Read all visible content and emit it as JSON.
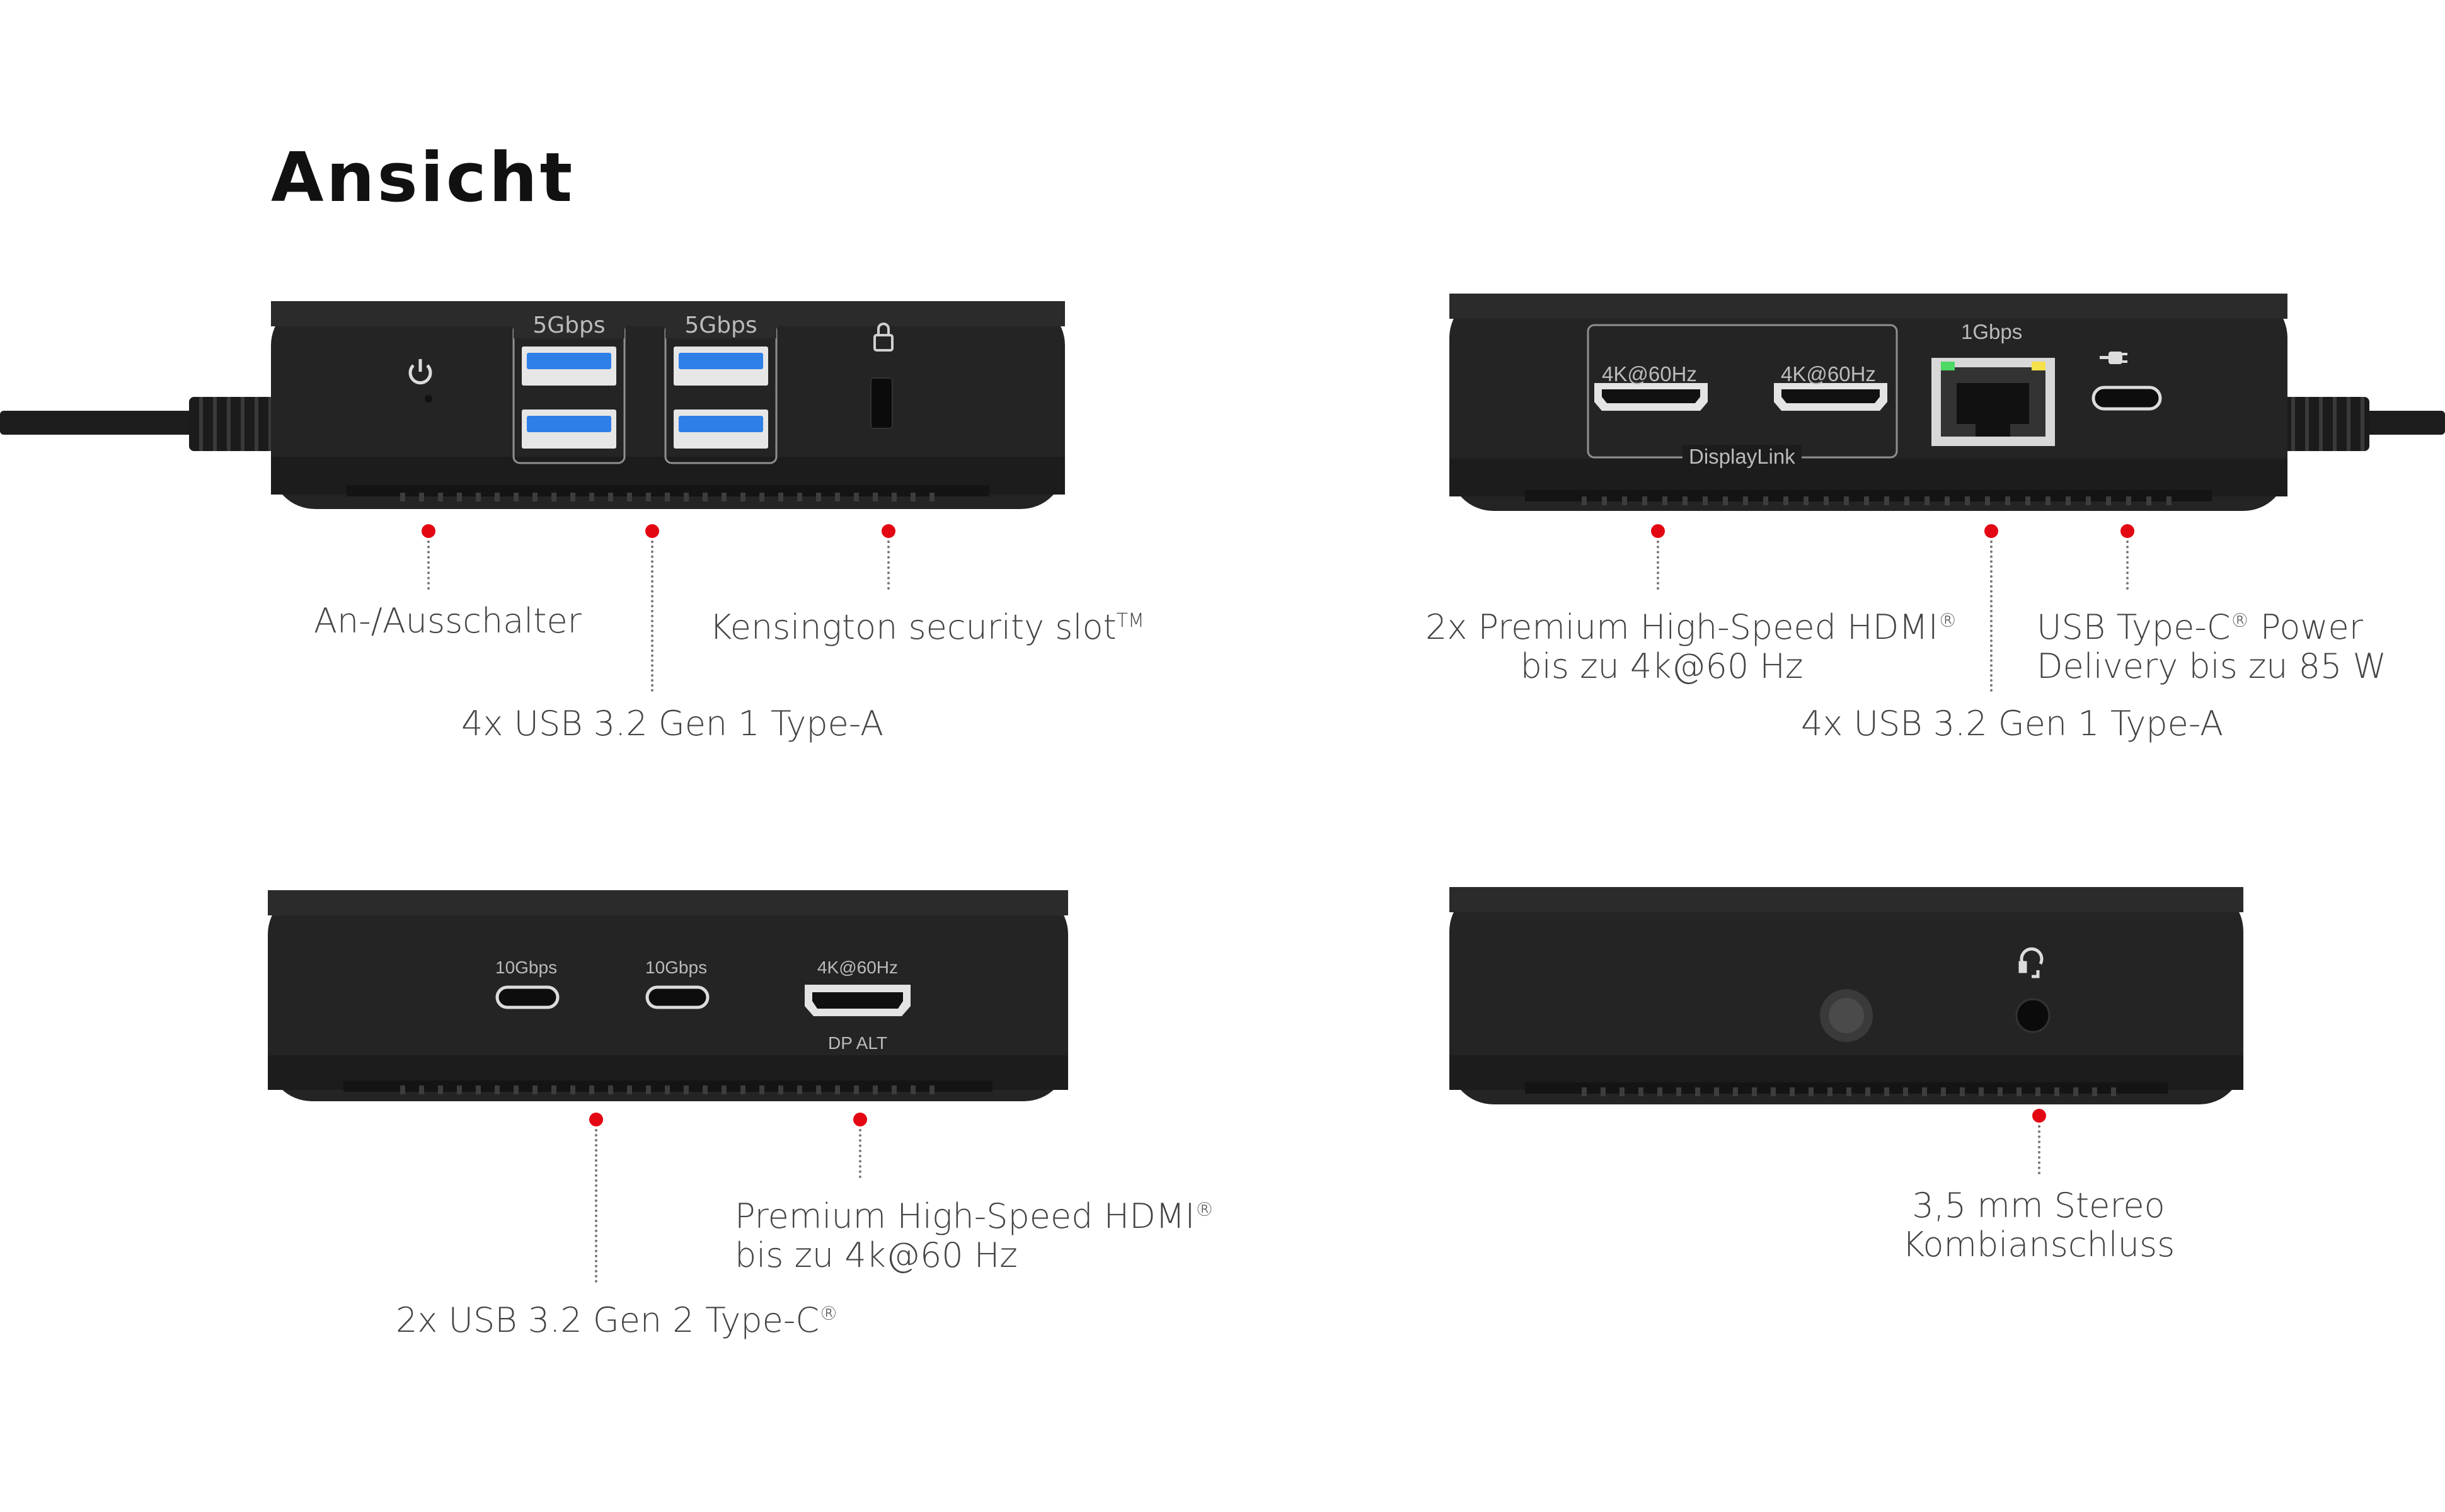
{
  "title": "Ansicht",
  "views": {
    "top_left": {
      "ports": {
        "usb_a_group1_speed": "5Gbps",
        "usb_a_group2_speed": "5Gbps"
      },
      "labels": {
        "power_switch": "An-/Ausschalter",
        "kensington": "Kensington security slot",
        "kensington_tm": "TM",
        "usb_a": "4x USB 3.2 Gen 1 Type-A"
      }
    },
    "top_right": {
      "ports": {
        "hdmi1_spec": "4K@60Hz",
        "hdmi2_spec": "4K@60Hz",
        "displaylink": "DisplayLink",
        "ethernet_speed": "1Gbps"
      },
      "labels": {
        "hdmi_line1": "2x Premium High-Speed HDMI",
        "hdmi_reg": "®",
        "hdmi_line2": "bis zu 4k@60 Hz",
        "usbc_line1": "USB Type-C",
        "usbc_reg": "®",
        "usbc_line1b": " Power",
        "usbc_line2": "Delivery bis zu 85 W",
        "usb_a": "4x USB 3.2 Gen 1 Type-A"
      }
    },
    "bottom_left": {
      "ports": {
        "usbc1_speed": "10Gbps",
        "usbc2_speed": "10Gbps",
        "hdmi_spec": "4K@60Hz",
        "hdmi_mode": "DP ALT"
      },
      "labels": {
        "hdmi_line1": "Premium High-Speed HDMI",
        "hdmi_reg": "®",
        "hdmi_line2": "bis zu 4k@60 Hz",
        "usbc": "2x USB 3.2 Gen 2 Type-C",
        "usbc_reg": "®"
      }
    },
    "bottom_right": {
      "labels": {
        "audio_line1": "3,5 mm Stereo",
        "audio_line2": "Kombianschluss"
      }
    }
  },
  "colors": {
    "marker": "#e30613",
    "device": "#232323",
    "usb_blue": "#2f7fe8"
  }
}
